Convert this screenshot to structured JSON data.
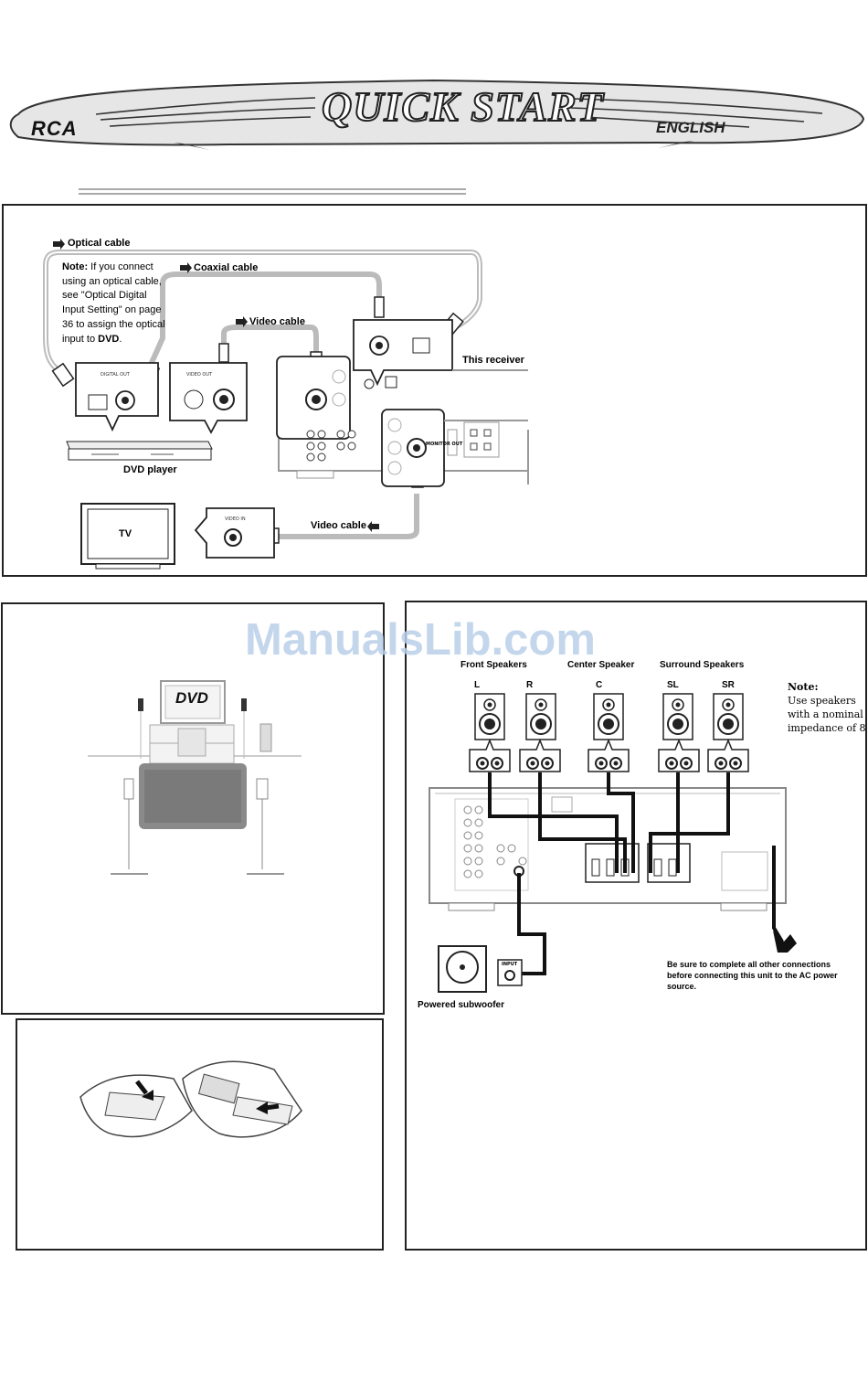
{
  "header": {
    "brand": "RCA",
    "title": "QUICK START",
    "language": "ENGLISH"
  },
  "connection_diagram": {
    "optical_cable": "Optical cable",
    "coaxial_cable": "Coaxial cable",
    "video_cable_top": "Video cable",
    "video_cable_bottom": "Video cable",
    "note_label": "Note:",
    "note_body": " If you connect using an optical cable, see \"Optical Digital Input Setting\" on page 36 to assign the optical input to ",
    "note_dvd": "DVD",
    "note_end": ".",
    "digital_out": "DIGITAL OUT",
    "video_out": "VIDEO OUT",
    "video_in": "VIDEO IN",
    "dvd_player": "DVD player",
    "receiver": "This receiver",
    "tv": "TV",
    "monitor_out": "MONITOR OUT"
  },
  "placement_panel": {
    "dvd_logo": "DVD"
  },
  "speaker_panel": {
    "front_speakers": "Front Speakers",
    "center_speaker": "Center Speaker",
    "surround_speakers": "Surround Speakers",
    "ch_l": "L",
    "ch_r": "R",
    "ch_c": "C",
    "ch_sl": "SL",
    "ch_sr": "SR",
    "note_title": "Note:",
    "note_body": "Use speakers with a nominal impedance of 8",
    "powered_subwoofer": "Powered subwoofer",
    "input": "INPUT",
    "ac_warning": "Be sure to complete all other connections before connecting this unit to the AC power source."
  },
  "watermark": "ManualsLib.com"
}
